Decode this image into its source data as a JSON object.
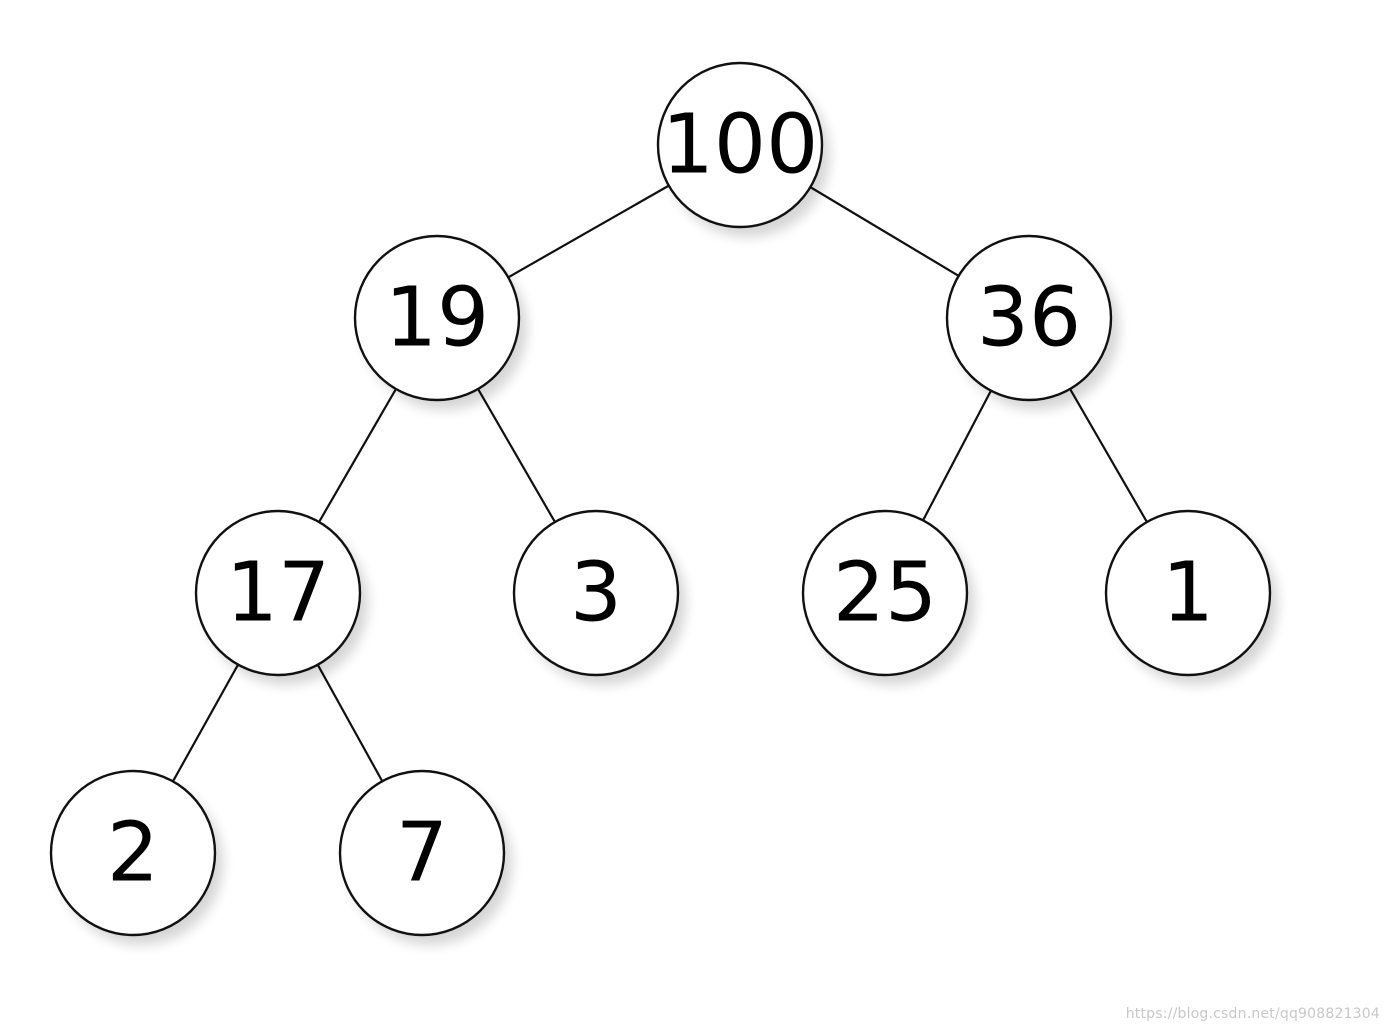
{
  "tree": {
    "nodes": [
      {
        "id": "n100",
        "label": "100"
      },
      {
        "id": "n19",
        "label": "19"
      },
      {
        "id": "n36",
        "label": "36"
      },
      {
        "id": "n17",
        "label": "17"
      },
      {
        "id": "n3",
        "label": "3"
      },
      {
        "id": "n25",
        "label": "25"
      },
      {
        "id": "n1",
        "label": "1"
      },
      {
        "id": "n2",
        "label": "2"
      },
      {
        "id": "n7",
        "label": "7"
      }
    ],
    "edges": [
      [
        "n100",
        "n19"
      ],
      [
        "n100",
        "n36"
      ],
      [
        "n19",
        "n17"
      ],
      [
        "n19",
        "n3"
      ],
      [
        "n36",
        "n25"
      ],
      [
        "n36",
        "n1"
      ],
      [
        "n17",
        "n2"
      ],
      [
        "n17",
        "n7"
      ]
    ]
  },
  "watermark": "https://blog.csdn.net/qq908821304",
  "colors": {
    "node_fill": "#ffffff",
    "node_stroke": "#111111",
    "text": "#000000"
  }
}
